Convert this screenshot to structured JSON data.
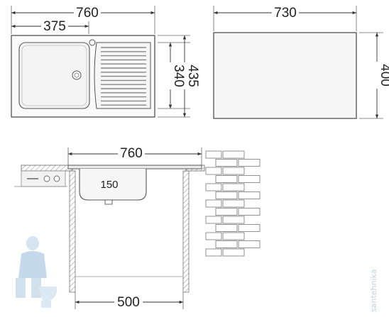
{
  "top_view": {
    "overall_width": "760",
    "bowl_width": "375",
    "bowl_depth": "340",
    "overall_depth": "435"
  },
  "cutout": {
    "width": "730",
    "depth": "400"
  },
  "section_view": {
    "sink_width": "760",
    "bowl_height": "150",
    "cabinet_width": "500"
  },
  "watermark": "santehnika"
}
